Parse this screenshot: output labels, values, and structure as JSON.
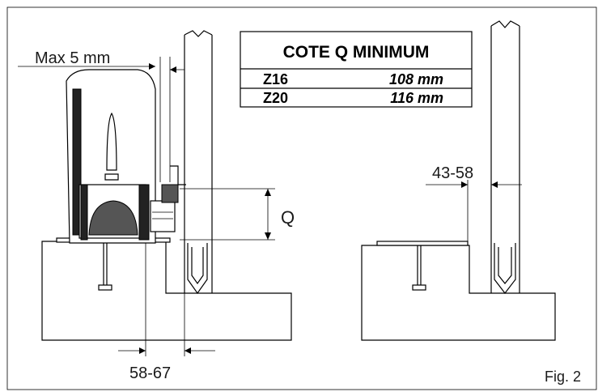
{
  "figure_label": "Fig. 2",
  "dimensions": {
    "max_gap": "Max 5 mm",
    "height_q": "Q",
    "range_left": "58-67",
    "range_right": "43-58"
  },
  "table": {
    "title": "COTE Q MINIMUM",
    "rows": [
      {
        "model": "Z16",
        "value": "108 mm"
      },
      {
        "model": "Z20",
        "value": "116 mm"
      }
    ]
  }
}
